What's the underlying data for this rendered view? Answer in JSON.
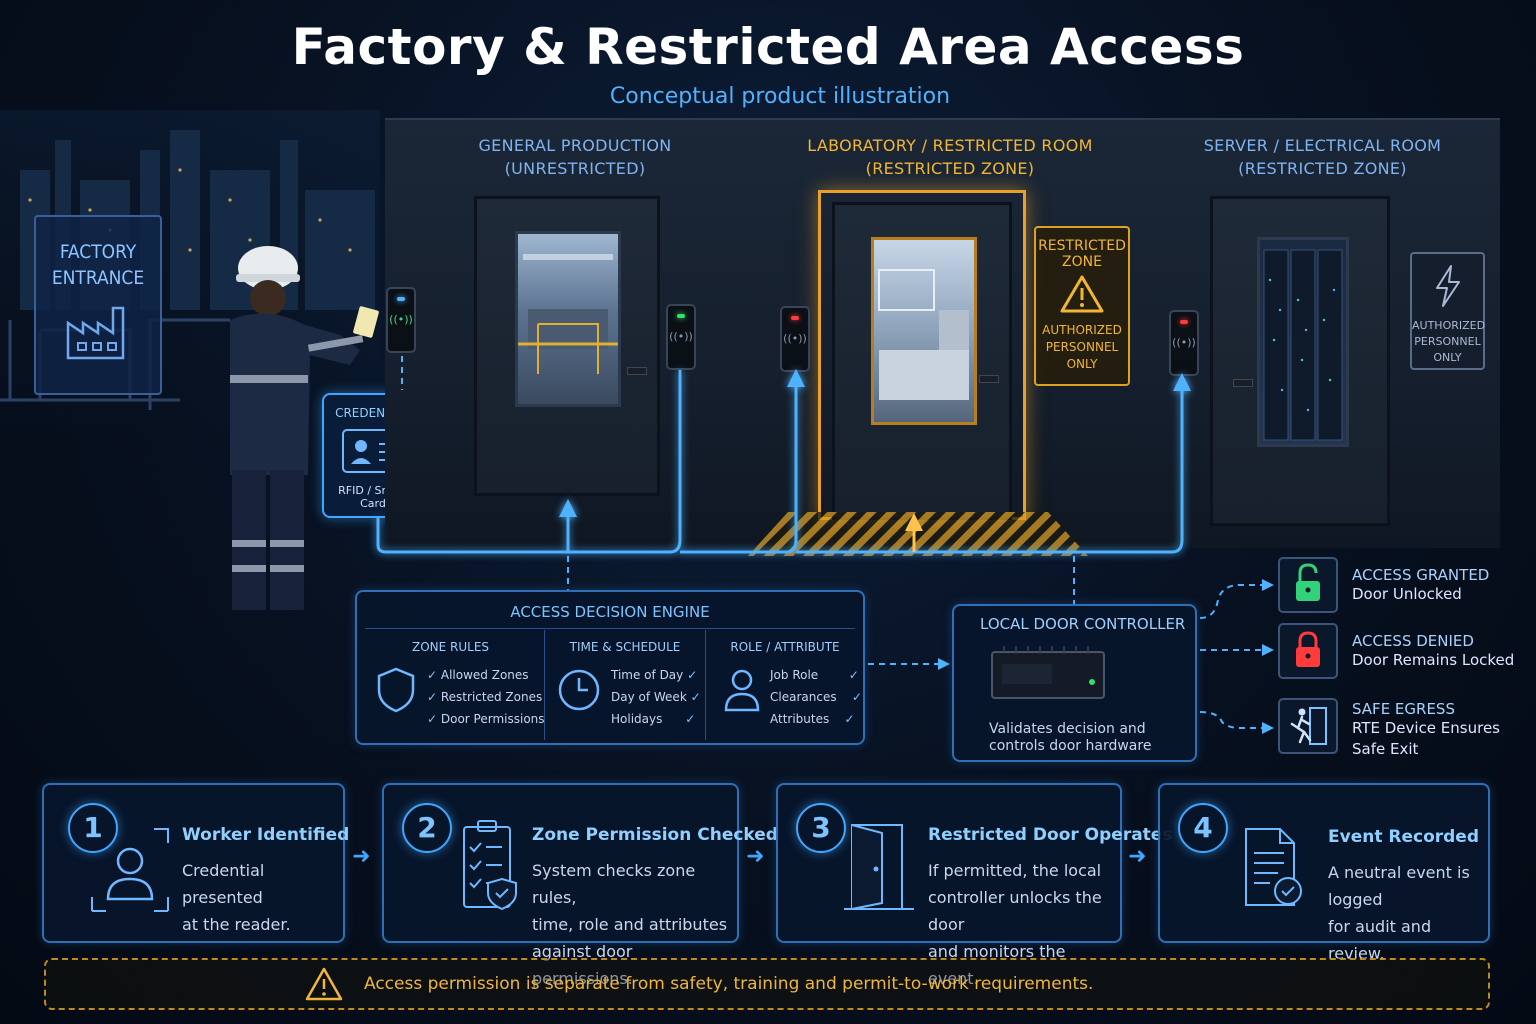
{
  "header": {
    "title": "Factory & Restricted Area Access",
    "subtitle": "Conceptual product illustration"
  },
  "scene": {
    "entrance_sign": [
      "FACTORY",
      "ENTRANCE"
    ],
    "credential": {
      "title": "CREDENTIAL",
      "label": "RFID / Smart Card"
    }
  },
  "zones": [
    {
      "title_1": "GENERAL PRODUCTION",
      "title_2": "(UNRESTRICTED)",
      "color": "#7fb4f0",
      "led": "#33e06a"
    },
    {
      "title_1": "LABORATORY / RESTRICTED ROOM",
      "title_2": "(RESTRICTED ZONE)",
      "color": "#f2b632",
      "led": "#ff3b3b"
    },
    {
      "title_1": "SERVER / ELECTRICAL ROOM",
      "title_2": "(RESTRICTED ZONE)",
      "color": "#7fb4f0",
      "led": "#ff3b3b"
    }
  ],
  "restricted_sign": {
    "line1": "RESTRICTED",
    "line2": "ZONE",
    "line3": "AUTHORIZED",
    "line4": "PERSONNEL",
    "line5": "ONLY"
  },
  "auth_sign": {
    "line1": "AUTHORIZED",
    "line2": "PERSONNEL",
    "line3": "ONLY"
  },
  "engine": {
    "title": "ACCESS DECISION ENGINE",
    "columns": [
      {
        "title": "ZONE RULES",
        "icon": "shield-icon",
        "items": [
          "Allowed Zones",
          "Restricted Zones",
          "Door Permissions"
        ]
      },
      {
        "title": "TIME & SCHEDULE",
        "icon": "clock-icon",
        "items": [
          "Time of Day",
          "Day of Week",
          "Holidays"
        ]
      },
      {
        "title": "ROLE / ATTRIBUTE",
        "icon": "user-icon",
        "items": [
          "Job Role",
          "Clearances",
          "Attributes"
        ]
      }
    ]
  },
  "controller": {
    "title": "LOCAL DOOR CONTROLLER",
    "desc_1": "Validates decision and",
    "desc_2": "controls door hardware"
  },
  "outcomes": [
    {
      "title": "ACCESS GRANTED",
      "desc_1": "Door Unlocked",
      "desc_2": "",
      "icon": "unlock-icon",
      "color": "#33d17a"
    },
    {
      "title": "ACCESS DENIED",
      "desc_1": "Door Remains Locked",
      "desc_2": "",
      "icon": "lock-icon",
      "color": "#ff3b3b"
    },
    {
      "title": "SAFE EGRESS",
      "desc_1": "RTE Device Ensures",
      "desc_2": "Safe Exit",
      "icon": "exit-icon",
      "color": "#4fb2ff"
    }
  ],
  "steps": [
    {
      "num": "1",
      "title": "Worker Identified",
      "lines": [
        "Credential presented",
        "at the reader."
      ]
    },
    {
      "num": "2",
      "title": "Zone Permission Checked",
      "lines": [
        "System checks zone rules,",
        "time, role and attributes",
        "against door permissions."
      ]
    },
    {
      "num": "3",
      "title": "Restricted Door Operates",
      "lines": [
        "If permitted, the local",
        "controller unlocks the door",
        "and monitors the event."
      ]
    },
    {
      "num": "4",
      "title": "Event Recorded",
      "lines": [
        "A neutral event is logged",
        "for audit and review."
      ]
    }
  ],
  "notice": "Access permission is separate from safety, training and permit-to-work requirements."
}
